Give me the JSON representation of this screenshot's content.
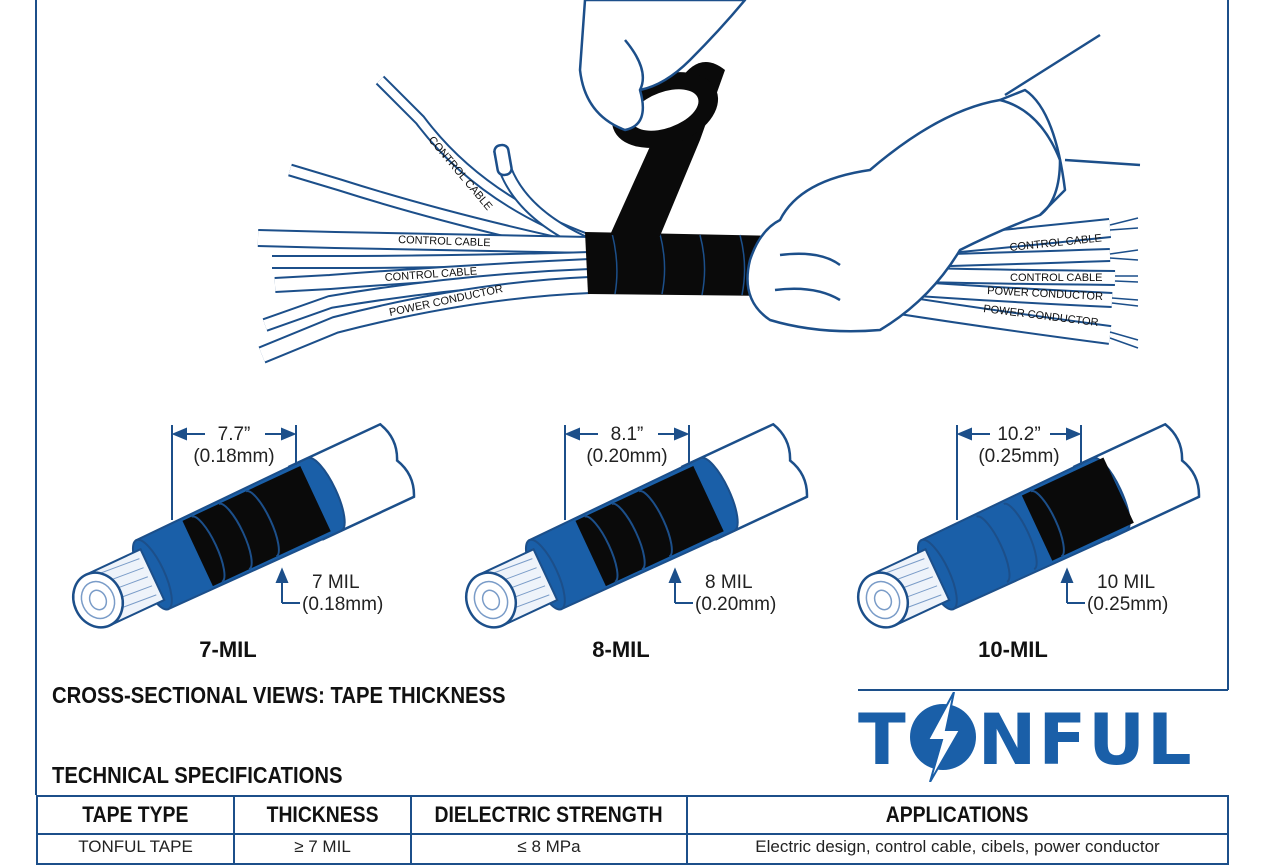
{
  "illustration": {
    "left_cable_labels": [
      "CONTROL CABLE",
      "CONTROL CABLE",
      "CONTROL CABLE",
      "POWER CONDUCTOR"
    ],
    "right_cable_labels": [
      "CONTROL CABLE",
      "CONTROL CABLE",
      "POWER CONDUCTOR",
      "POWER CONDUCTOR"
    ]
  },
  "cross_sections": [
    {
      "width_label": "7.7”",
      "width_mm": "(0.18mm)",
      "thickness_label": "7 MIL",
      "thickness_mm": "(0.18mm)",
      "name": "7-MIL"
    },
    {
      "width_label": "8.1”",
      "width_mm": "(0.20mm)",
      "thickness_label": "8 MIL",
      "thickness_mm": "(0.20mm)",
      "name": "8-MIL"
    },
    {
      "width_label": "10.2”",
      "width_mm": "(0.25mm)",
      "thickness_label": "10 MIL",
      "thickness_mm": "(0.25mm)",
      "name": "10-MIL"
    }
  ],
  "cross_section_title": "CROSS-SECTIONAL VIEWS: TAPE THICKNESS",
  "brand": {
    "logo_text": "TONFUL",
    "color": "#1a5fa8"
  },
  "specs": {
    "title": "TECHNICAL SPECIFICATIONS",
    "headers": [
      "TAPE TYPE",
      "THICKNESS",
      "DIELECTRIC STRENGTH",
      "APPLICATIONS"
    ],
    "rows": [
      [
        "TONFUL TAPE",
        "≥ 7 MIL",
        "≤ 8 MPa",
        "Electric design, control cable, cibels, power conductor"
      ]
    ]
  },
  "colors": {
    "line": "#1c4f8a",
    "tape": "#0a0a0a",
    "accent": "#1a5fa8"
  }
}
